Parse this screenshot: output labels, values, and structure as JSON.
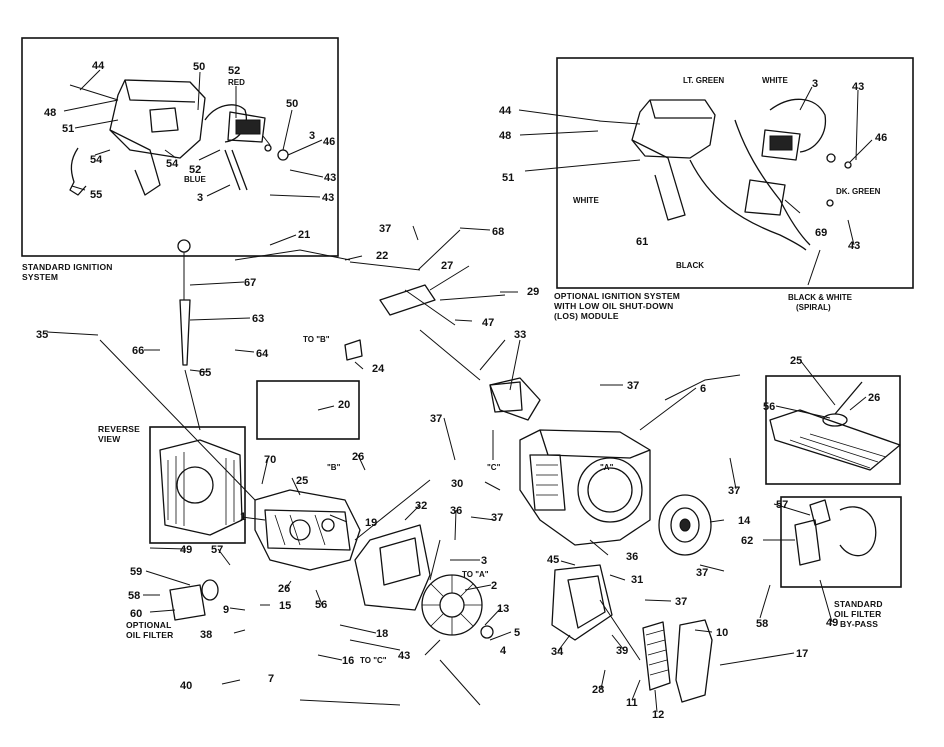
{
  "diagram": {
    "colors": {
      "ink": "#111111",
      "paper": "#ffffff"
    },
    "captions": {
      "standard_ignition": [
        "STANDARD IGNITION",
        "SYSTEM"
      ],
      "optional_ignition": [
        "OPTIONAL IGNITION SYSTEM",
        "WITH LOW OIL SHUT-DOWN",
        "(LOS) MODULE"
      ],
      "reverse_view": [
        "REVERSE",
        "VIEW"
      ],
      "optional_oil_filter": [
        "OPTIONAL",
        "OIL FILTER"
      ],
      "standard_oil_filter": [
        "STANDARD",
        "OIL FILTER",
        "BY-PASS"
      ]
    },
    "wire_labels": {
      "red": "RED",
      "blue": "BLUE",
      "lt_green": "LT. GREEN",
      "white_top": "WHITE",
      "white_left": "WHITE",
      "dk_green": "DK. GREEN",
      "black": "BLACK",
      "black_white": [
        "BLACK & WHITE",
        "(SPIRAL)"
      ]
    },
    "routing_labels": {
      "to_b_upper": "TO \"B\"",
      "b_mark": "\"B\"",
      "c_mark": "\"C\"",
      "to_a": "TO \"A\"",
      "a_mark": "\"A\"",
      "to_c": "TO \"C\""
    },
    "callouts": {
      "p44a": "44",
      "p48a": "48",
      "p51a": "51",
      "p54a": "54",
      "p55": "55",
      "p50a": "50",
      "p52a": "52",
      "p50b": "50",
      "p3a": "3",
      "p46a": "46",
      "p54b": "54",
      "p52b": "52",
      "p43a": "43",
      "p3b": "3",
      "p43b": "43",
      "p44b": "44",
      "p48b": "48",
      "p51b": "51",
      "p3c": "3",
      "p43c": "43",
      "p46b": "46",
      "p61": "61",
      "p69": "69",
      "p43d": "43",
      "p21": "21",
      "p22": "22",
      "p37a": "37",
      "p68": "68",
      "p27": "27",
      "p29": "29",
      "p47": "47",
      "p24": "24",
      "p67": "67",
      "p63": "63",
      "p35": "35",
      "p66": "66",
      "p64": "64",
      "p65": "65",
      "p20": "20",
      "p26a": "26",
      "p70": "70",
      "p25a": "25",
      "p19": "19",
      "p1": "1",
      "p49a": "49",
      "p57a": "57",
      "p59": "59",
      "p58a": "58",
      "p60": "60",
      "p9": "9",
      "p15": "15",
      "p38": "38",
      "p40": "40",
      "p7": "7",
      "p26b": "26",
      "p56a": "56",
      "p18": "18",
      "p16": "16",
      "p32": "32",
      "p36a": "36",
      "p3d": "3",
      "p2": "2",
      "p13": "13",
      "p5": "5",
      "p4": "4",
      "p43e": "43",
      "p33": "33",
      "p37b": "37",
      "p6": "6",
      "p37c": "37",
      "p30": "30",
      "p37d": "37",
      "p37e": "37",
      "p14": "14",
      "p36b": "36",
      "p37f": "37",
      "p45": "45",
      "p31": "31",
      "p37g": "37",
      "p34": "34",
      "p39": "39",
      "p28": "28",
      "p11": "11",
      "p12": "12",
      "p10": "10",
      "p17": "17",
      "p25b": "25",
      "p26c": "26",
      "p56b": "56",
      "p57b": "57",
      "p62": "62",
      "p58b": "58",
      "p49b": "49"
    }
  }
}
